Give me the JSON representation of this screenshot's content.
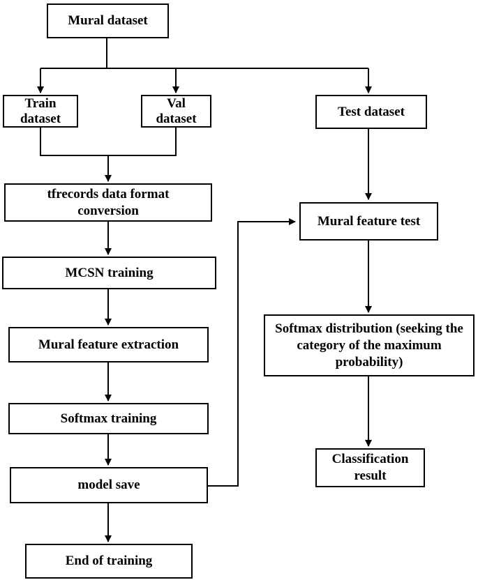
{
  "flowchart": {
    "colors": {
      "stroke": "#000000",
      "fill": "#ffffff",
      "text": "#000000"
    },
    "nodes": {
      "mural_dataset": "Mural dataset",
      "train_dataset": "Train dataset",
      "val_dataset": "Val dataset",
      "test_dataset": "Test dataset",
      "tfrecords_conversion": "tfrecords data format conversion",
      "mcsn_training": "MCSN training",
      "mural_feature_extraction": "Mural feature extraction",
      "softmax_training": "Softmax training",
      "model_save": "model save",
      "end_of_training": "End of training",
      "mural_feature_test": "Mural feature test",
      "softmax_distribution": "Softmax distribution (seeking the category of the maximum probability)",
      "classification_result": "Classification result"
    }
  }
}
